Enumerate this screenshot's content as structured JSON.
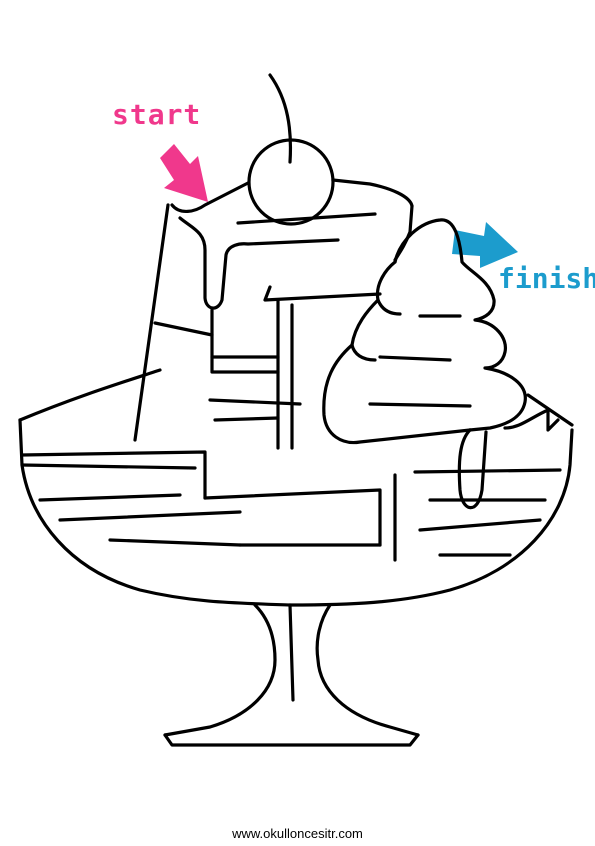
{
  "labels": {
    "start": "start",
    "finish": "finish"
  },
  "footer": {
    "url": "www.okulloncesitr.com"
  },
  "colors": {
    "start": "#f0388c",
    "finish": "#1c9ccd",
    "lines": "#000000",
    "background": "#ffffff"
  },
  "icons": {
    "start_arrow": "arrow-down-right-icon",
    "finish_arrow": "arrow-right-icon"
  }
}
